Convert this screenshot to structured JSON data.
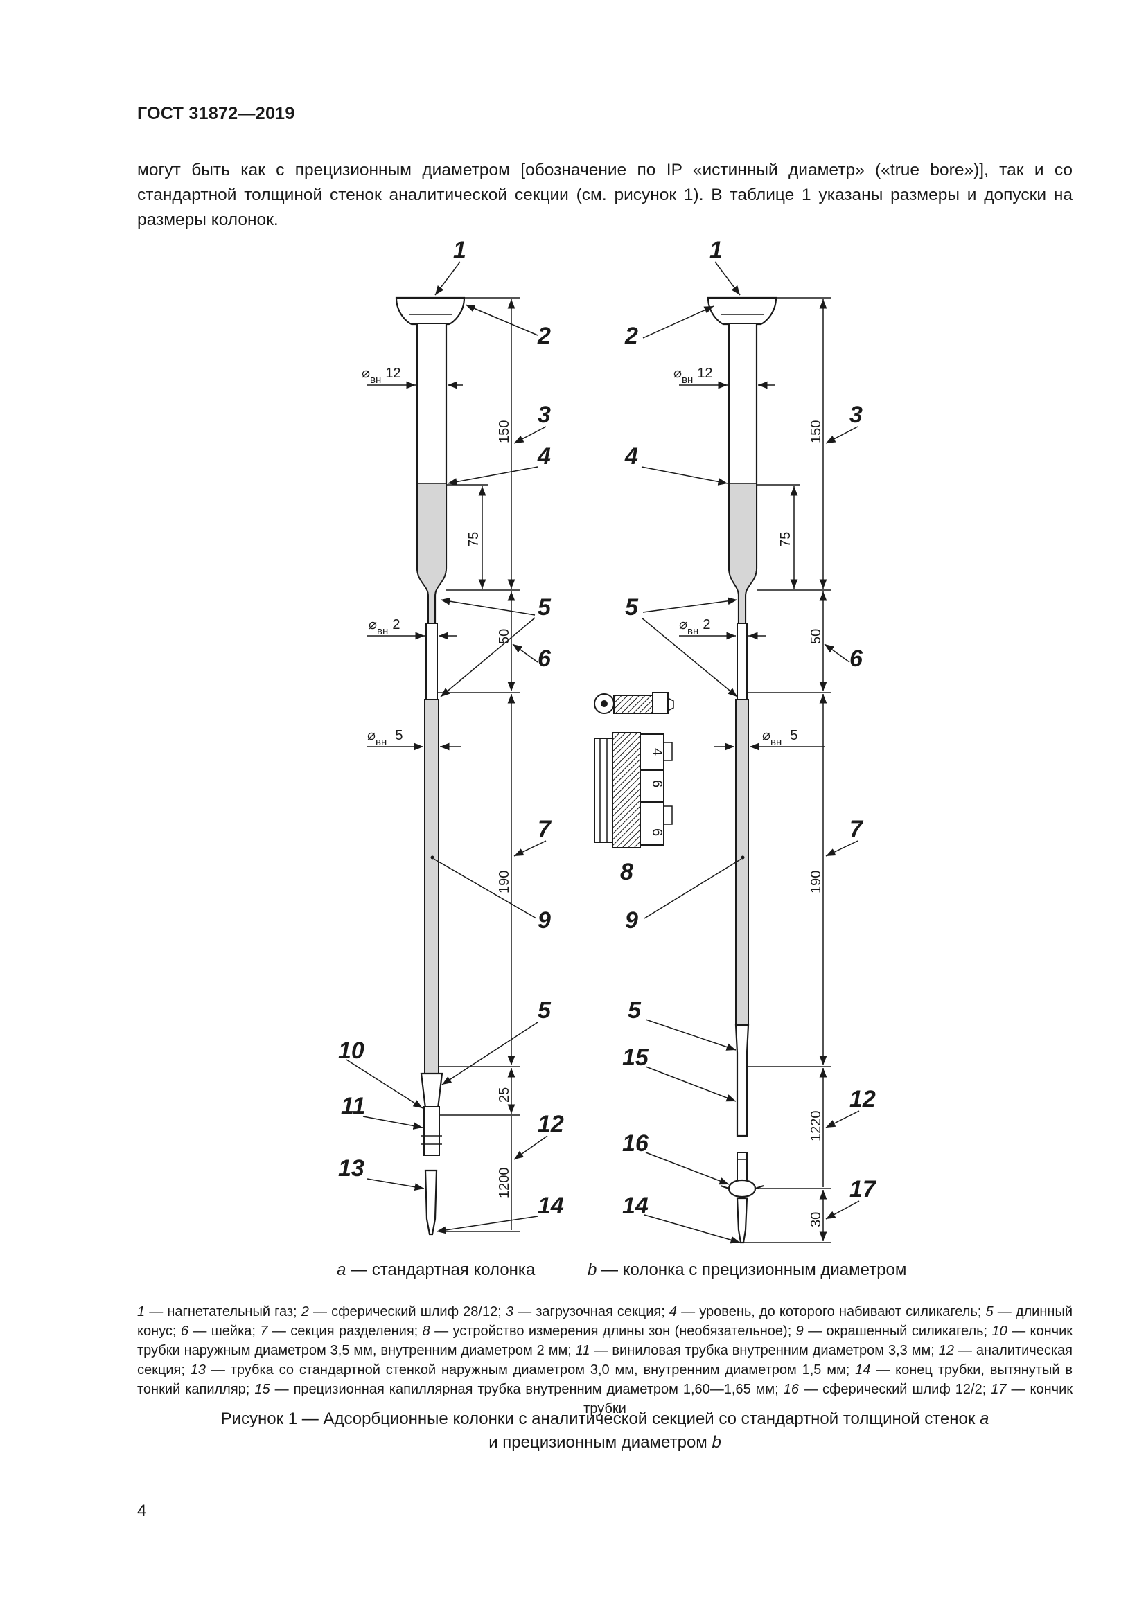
{
  "header": {
    "title": "ГОСТ 31872—2019"
  },
  "intro": {
    "text": "могут быть как с прецизионным диаметром [обозначение по IP «истинный диаметр» («true bore»)], так и со стандартной толщиной стенок аналитической секции (см. рисунок 1). В таблице 1 указаны размеры и допуски на размеры колонок."
  },
  "figure": {
    "left": {
      "labels": {
        "l1": "1",
        "l2": "2",
        "l3": "3",
        "l4": "4",
        "l5a": "5",
        "l6": "6",
        "l7": "7",
        "l9": "9",
        "l5b": "5",
        "l10": "10",
        "l11": "11",
        "l12": "12",
        "l13": "13",
        "l14": "14"
      },
      "dims": {
        "d12": "12",
        "d2": "2",
        "d5": "5",
        "l150": "150",
        "l75": "75",
        "l50": "50",
        "l190": "190",
        "l25": "25",
        "l1200": "1200"
      }
    },
    "right": {
      "labels": {
        "l1": "1",
        "l2": "2",
        "l3": "3",
        "l4": "4",
        "l5a": "5",
        "l6": "6",
        "l7": "7",
        "l9": "9",
        "l5b": "5",
        "l15": "15",
        "l12": "12",
        "l16": "16",
        "l14": "14",
        "l17": "17"
      },
      "dims": {
        "d12": "12",
        "d2": "2",
        "d5": "5",
        "l150": "150",
        "l75": "75",
        "l50": "50",
        "l190": "190",
        "l1220": "1220",
        "l30": "30"
      }
    },
    "center": {
      "l8": "8",
      "ruler": [
        "4",
        "6",
        "6"
      ]
    },
    "diam_symbol": "⌀",
    "diam_sub": "вн"
  },
  "captions": {
    "a_letter": "a",
    "a_text": " — стандартная колонка",
    "b_letter": "b",
    "b_text": " — колонка с прецизионным диаметром"
  },
  "legend": {
    "items": [
      {
        "n": "1",
        "t": " — нагнетательный газ; "
      },
      {
        "n": "2",
        "t": " — сферический шлиф 28/12; "
      },
      {
        "n": "3",
        "t": " — загрузочная секция; "
      },
      {
        "n": "4",
        "t": " — уровень, до которого набивают силикагель; "
      },
      {
        "n": "5",
        "t": " — длинный конус; "
      },
      {
        "n": "6",
        "t": " — шейка; "
      },
      {
        "n": "7",
        "t": " — секция разделения; "
      },
      {
        "n": "8",
        "t": " — устройство измерения длины зон (необязательное); "
      },
      {
        "n": "9",
        "t": " — окрашенный силикагель; "
      },
      {
        "n": "10",
        "t": " — кончик трубки наружным диаметром 3,5 мм, внутренним диаметром 2 мм; "
      },
      {
        "n": "11",
        "t": " — виниловая трубка внутренним диаметром 3,3 мм; "
      },
      {
        "n": "12",
        "t": " — аналитическая секция; "
      },
      {
        "n": "13",
        "t": " — трубка со стандартной стенкой наружным диаметром 3,0 мм, внутренним диаметром 1,5 мм; "
      },
      {
        "n": "14",
        "t": " — конец трубки, вытянутый в тонкий капилляр; "
      },
      {
        "n": "15",
        "t": " — прецизионная капиллярная трубка внутренним диаметром 1,60—1,65 мм; "
      },
      {
        "n": "16",
        "t": " — сферический шлиф 12/2; "
      },
      {
        "n": "17",
        "t": " — кончик трубки"
      }
    ]
  },
  "figure_title": {
    "line1_text": "Рисунок 1 — Адсорбционные колонки с аналитической секцией со стандартной толщиной стенок ",
    "line1_letter": "a",
    "line2_text": "и прецизионным диаметром ",
    "line2_letter": "b"
  },
  "page_number": "4"
}
